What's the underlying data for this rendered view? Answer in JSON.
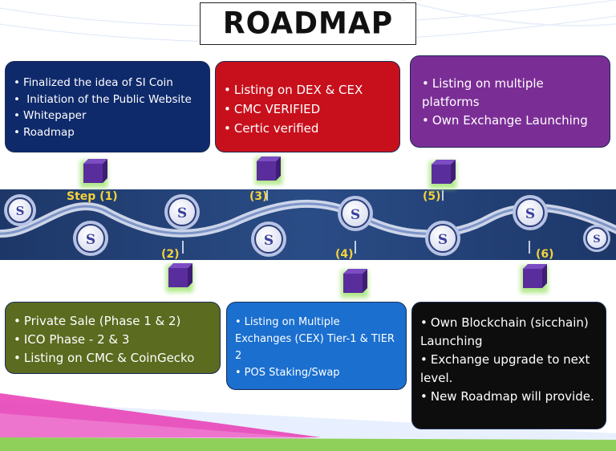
{
  "title": "ROADMAP",
  "steps": {
    "s1": "Step (1)",
    "s2": "(2)",
    "s3": "(3)",
    "s4": "(4)",
    "s5": "(5)",
    "s6": "(6)"
  },
  "cards": {
    "step1": [
      "Finalized the idea of SI Coin",
      " Initiation of the Public Website",
      "Whitepaper",
      "Roadmap"
    ],
    "step3": [
      "Listing on DEX & CEX",
      "CMC VERIFIED",
      "Certic verified"
    ],
    "step5": [
      "Listing on multiple platforms",
      "Own Exchange Launching"
    ],
    "step2": [
      "Private Sale (Phase 1 & 2)",
      "ICO Phase - 2 & 3",
      "Listing on CMC & CoinGecko"
    ],
    "step4": [
      "Listing on Multiple Exchanges (CEX) Tier-1 & TIER 2",
      "POS Staking/Swap"
    ],
    "step6": [
      "Own Blockchain (sicchain) Launching",
      "Exchange upgrade to next level.",
      "New Roadmap will provide."
    ]
  },
  "coin_symbol": "S",
  "colors": {
    "band": "#1f3b73",
    "card1": "#0f2a6b",
    "card2": "#c8101c",
    "card3": "#7b2d96",
    "card4": "#5b6b1f",
    "card5": "#1a6fcf",
    "card6": "#0d0d0d",
    "step_label": "#f4d23a",
    "cube": "#5a2d9c"
  }
}
